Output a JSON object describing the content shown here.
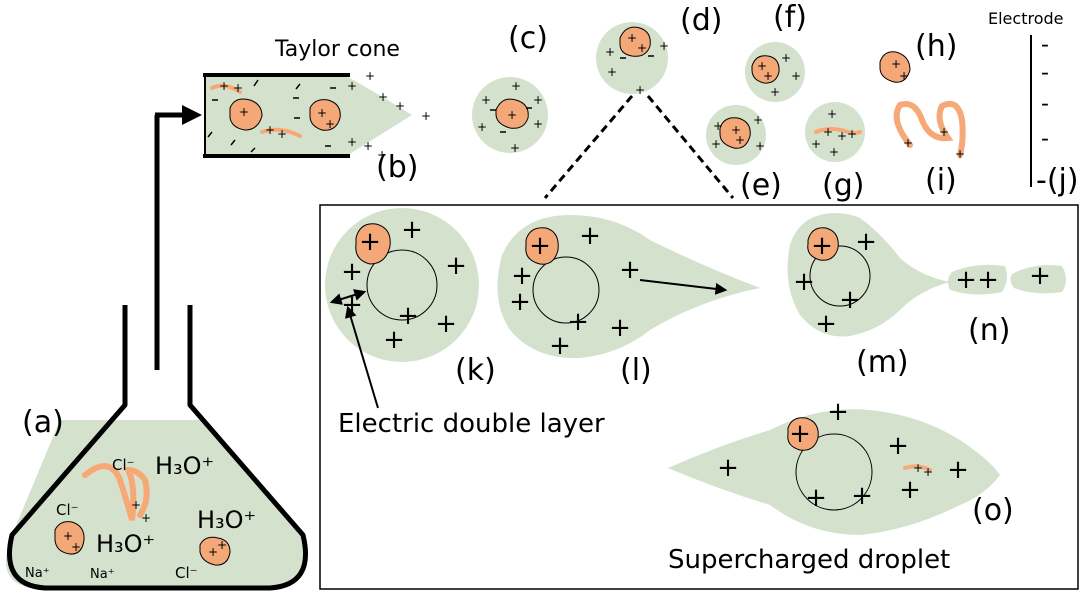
{
  "labels": {
    "a": "(a)",
    "b": "(b)",
    "c": "(c)",
    "d": "(d)",
    "e": "(e)",
    "f": "(f)",
    "g": "(g)",
    "h": "(h)",
    "i": "(i)",
    "j": "-(j)",
    "k": "(k)",
    "l": "(l)",
    "m": "(m)",
    "n": "(n)",
    "o": "(o)"
  },
  "captions": {
    "taylor_cone": "Taylor cone",
    "electrode": "Electrode",
    "electric_double_layer": "Electric double layer",
    "supercharged_droplet": "Supercharged droplet"
  },
  "flask_ions": {
    "cl_1": "Cl⁻",
    "cl_2": "Cl⁻",
    "cl_3": "Cl⁻",
    "na_1": "Na⁺",
    "na_2": "Na⁺",
    "h3o": "H₃O⁺"
  },
  "symbols": {
    "plus": "+",
    "minus": "-"
  },
  "colors": {
    "solution": "#d4e2cd",
    "protein": "#f4a777",
    "strand": "#f6a877",
    "line": "#000000"
  }
}
